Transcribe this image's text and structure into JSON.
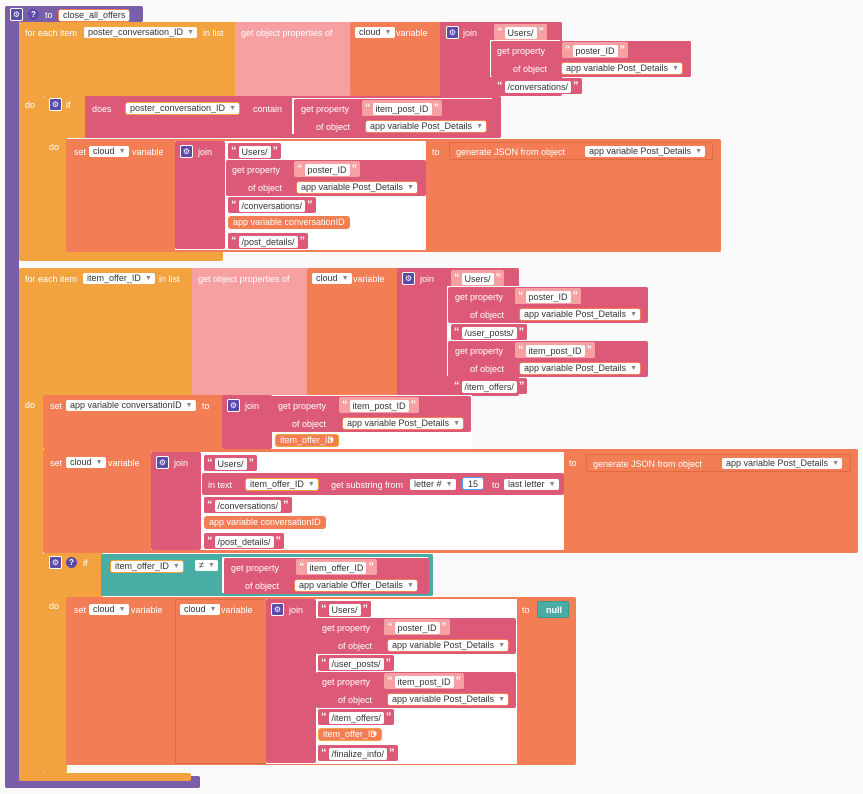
{
  "procedure": {
    "to_label": "to",
    "name": "close_all_offers"
  },
  "kw": {
    "for_each_item": "for each item",
    "in_list": "in list",
    "get_object_properties_of": "get object properties of",
    "variable": "variable",
    "join": "join",
    "get_property": "get property",
    "of_object": "of object",
    "do": "do",
    "if": "if",
    "does": "does",
    "contain": "contain",
    "set": "set",
    "to": "to",
    "generate_json_from_object": "generate JSON from object",
    "in_text": "in text",
    "get_substring_from": "get substring from",
    "letter_num": "letter #",
    "last_letter": "last letter",
    "neq": "≠",
    "null": "null",
    "quote_open": "“",
    "quote_close": "”"
  },
  "vars": {
    "poster_conversation_ID": "poster_conversation_ID",
    "item_offer_ID": "item_offer_ID",
    "cloud": "cloud",
    "post_details": "app variable Post_Details",
    "offer_details": "app variable Offer_Details",
    "conversationID": "app variable conversationID"
  },
  "strings": {
    "users": "Users/",
    "poster_ID": "poster_ID",
    "conversations": "/conversations/",
    "item_post_ID": "item_post_ID",
    "post_details": "/post_details/",
    "user_posts": "/user_posts/",
    "item_offers": "/item_offers/",
    "finalize_info": "/finalize_info/",
    "item_offer_ID": "item_offer_ID"
  },
  "numbers": {
    "letter_index": "15"
  },
  "colors": {
    "procedure": "#7b5ea8",
    "control": "#f2a23e",
    "object": "#f7a0a2",
    "variable": "#f37d55",
    "text": "#dc5978",
    "logic": "#4aada3"
  }
}
